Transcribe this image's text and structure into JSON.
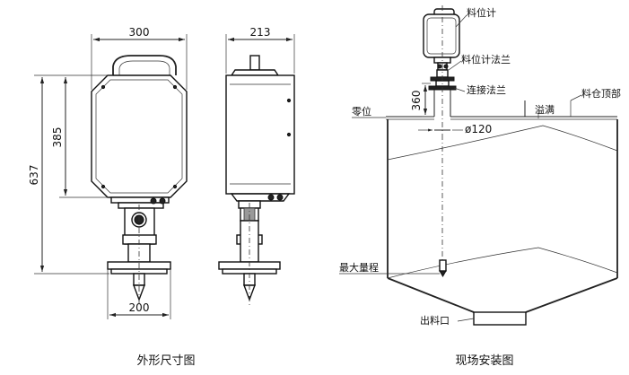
{
  "outline_view": {
    "caption": "外形尺寸图",
    "dims": {
      "width_top": "300",
      "side_depth": "213",
      "total_height": "637",
      "body_height": "385",
      "flange_width": "200"
    }
  },
  "install_view": {
    "caption": "现场安装图",
    "labels": {
      "level_meter": "料位计",
      "meter_flange": "料位计法兰",
      "connect_flange": "连接法兰",
      "silo_top": "料仓顶部",
      "zero_level": "零位",
      "overflow": "溢满",
      "max_range": "最大量程",
      "outlet": "出料口"
    },
    "dims": {
      "mount_height": "360",
      "diameter": "ø120"
    }
  }
}
